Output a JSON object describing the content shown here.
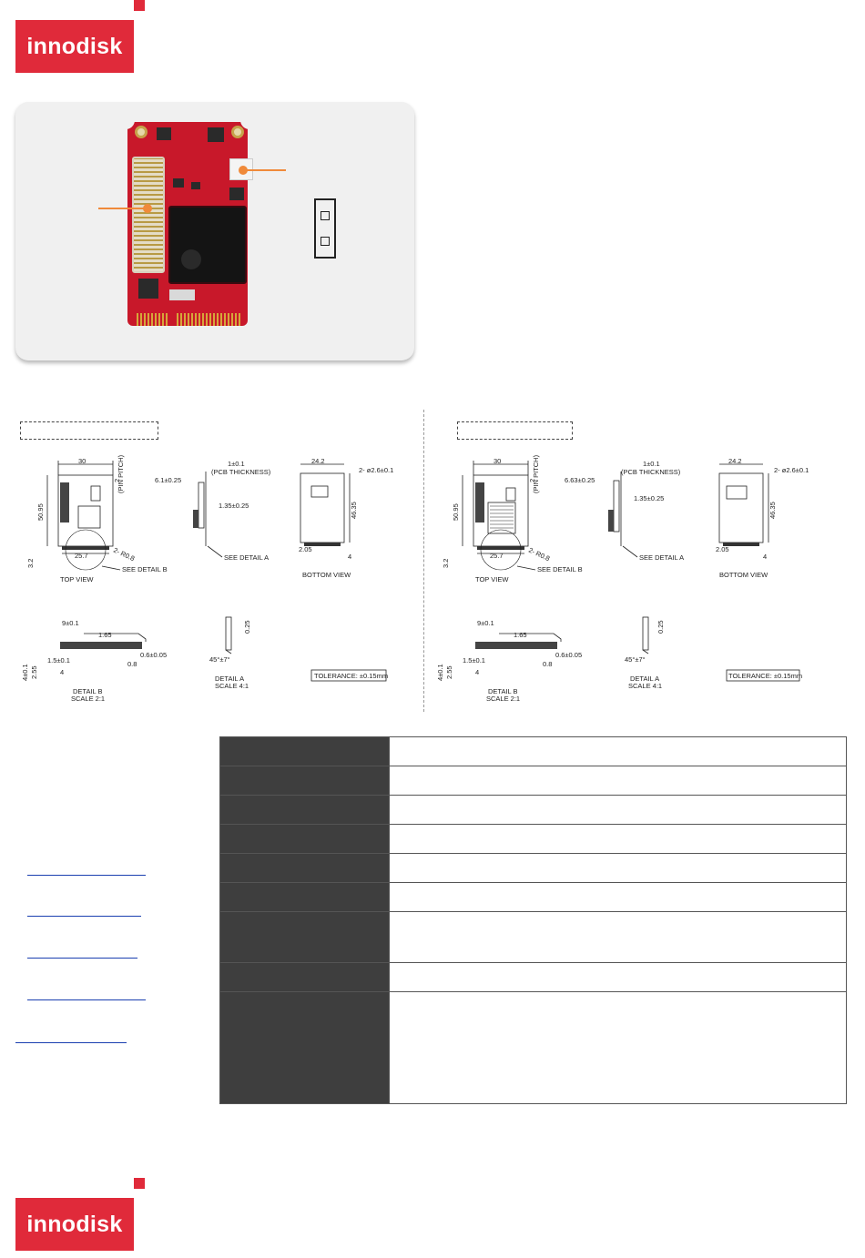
{
  "brand": {
    "logo_text": "innodisk",
    "red": "#e02a3a",
    "accent_orange": "#f08a3a",
    "link_blue": "#1a3fb0"
  },
  "drawings": [
    {
      "top_dims": {
        "width": "30",
        "height": "50.95",
        "pitch": "2",
        "pitch_label": "(PIN PITCH)",
        "edge": "25.7",
        "radius": "2- R0.8",
        "offset": "3.2",
        "view": "TOP  VIEW",
        "detail": "SEE DETAIL B"
      },
      "side_dims": {
        "thickness": "1±0.1",
        "thickness_label": "(PCB THICKNESS)",
        "height": "6.1±0.25",
        "offset": "1.35±0.25",
        "detail": "SEE DETAIL A"
      },
      "bottom_dims": {
        "width": "24.2",
        "hole": "2- ø2.6±0.1",
        "height": "46.35",
        "left": "2.05",
        "gap": "4",
        "view": "BOTTOM  VIEW"
      },
      "detail_b": {
        "d1": "9±0.1",
        "d2": "1.65",
        "d3": "0.6±0.05",
        "d4": "1.5±0.1",
        "d5": "0.8",
        "d6": "4",
        "v1": "4±0.1",
        "v2": "2.55",
        "title": "DETAIL B",
        "scale": "SCALE 2:1"
      },
      "detail_a": {
        "d1": "0.25",
        "angle": "45°±7°",
        "title": "DETAIL A",
        "scale": "SCALE 4:1"
      },
      "tolerance": "TOLERANCE: ±0.15mm"
    },
    {
      "top_dims": {
        "width": "30",
        "height": "50.95",
        "pitch": "2",
        "pitch_label": "(PIN PITCH)",
        "edge": "25.7",
        "radius": "2- R0.8",
        "offset": "3.2",
        "view": "TOP  VIEW",
        "detail": "SEE DETAIL B"
      },
      "side_dims": {
        "thickness": "1±0.1",
        "thickness_label": "(PCB THICKNESS)",
        "height": "6.63±0.25",
        "offset": "1.35±0.25",
        "detail": "SEE DETAIL A"
      },
      "bottom_dims": {
        "width": "24.2",
        "hole": "2- ø2.6±0.1",
        "height": "46.35",
        "left": "2.05",
        "gap": "4",
        "view": "BOTTOM  VIEW"
      },
      "detail_b": {
        "d1": "9±0.1",
        "d2": "1.65",
        "d3": "0.6±0.05",
        "d4": "1.5±0.1",
        "d5": "0.8",
        "d6": "4",
        "v1": "4±0.1",
        "v2": "2.55",
        "title": "DETAIL B",
        "scale": "SCALE 2:1"
      },
      "detail_a": {
        "d1": "0.25",
        "angle": "45°±7°",
        "title": "DETAIL A",
        "scale": "SCALE 4:1"
      },
      "tolerance": "TOLERANCE: ±0.15mm"
    }
  ]
}
